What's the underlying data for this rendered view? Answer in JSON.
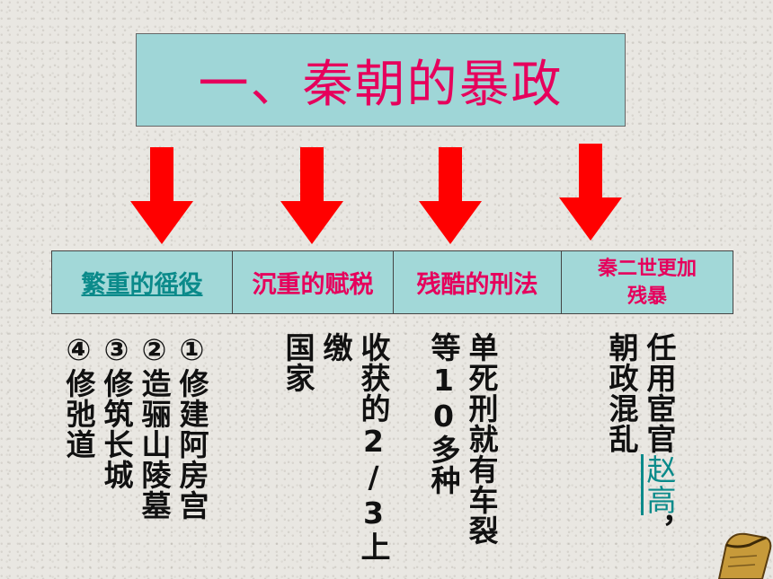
{
  "title": "一、秦朝的暴政",
  "categories": [
    {
      "label": "繁重的徭役",
      "linked": true
    },
    {
      "label": "沉重的赋税",
      "linked": false
    },
    {
      "label": "残酷的刑法",
      "linked": false
    },
    {
      "label": "秦二世更加残暴",
      "linked": false
    }
  ],
  "details": {
    "corvee": [
      "①修建阿房宫",
      "②造骊山陵墓",
      "③修筑长城",
      "④修弛道"
    ],
    "tax": [
      "收获的2/3上缴",
      "国家"
    ],
    "law": [
      "单死刑就有车裂",
      "等10多种"
    ],
    "tyranny": [
      "任用宦官",
      "赵高",
      "，",
      "朝政混乱"
    ]
  },
  "colors": {
    "title_text": "#e6005c",
    "box_fill": "#9fd6d7",
    "arrow": "#ff0000",
    "link": "#0a8a8a"
  }
}
